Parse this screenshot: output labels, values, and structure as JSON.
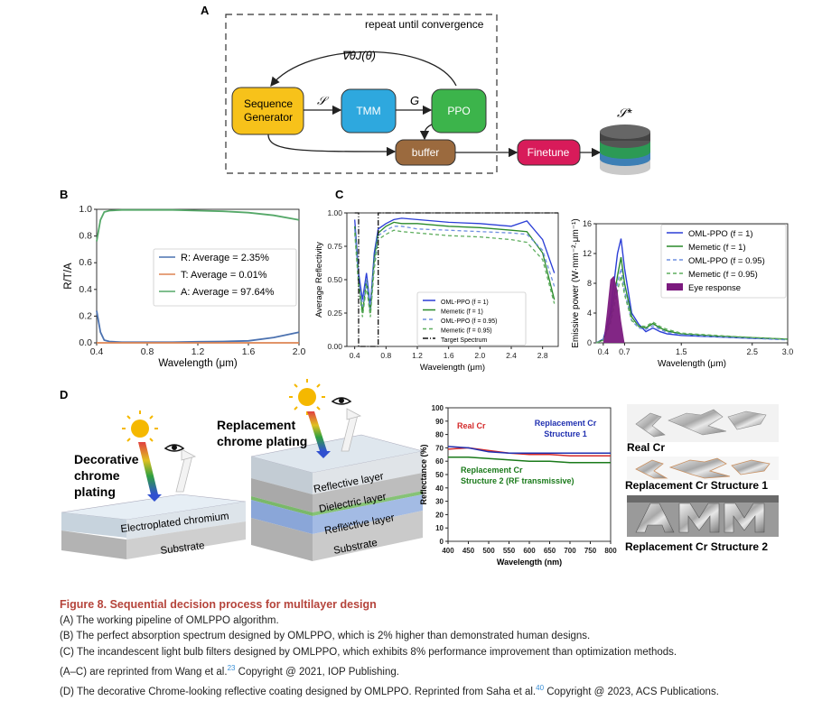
{
  "figure": {
    "panel_a": {
      "letter": "A",
      "loop_label": "repeat until convergence",
      "gradient_label": "∇θJ(θ)",
      "seq_gen_line1": "Sequence",
      "seq_gen_line2": "Generator",
      "s_label": "𝒮",
      "tmm": "TMM",
      "g_label": "G",
      "ppo": "PPO",
      "buffer": "buffer",
      "finetune": "Finetune",
      "s_star": "𝒮*"
    },
    "panel_b": {
      "letter": "B"
    },
    "panel_c": {
      "letter": "C"
    },
    "panel_d": {
      "letter": "D",
      "left_title_1": "Decorative",
      "left_title_2": "chrome",
      "left_title_3": "plating",
      "left_layer_1": "Electroplated chromium",
      "left_layer_2": "Substrate",
      "right_title_1": "Replacement",
      "right_title_2": "chrome plating",
      "right_layer_1": "Reflective layer",
      "right_layer_2": "Dielectric layer",
      "right_layer_dots": "......",
      "right_layer_3": "Reflective layer",
      "right_layer_4": "Substrate",
      "photo_label_1": "Real Cr",
      "photo_label_2": "Replacement Cr Structure 1",
      "photo_label_3": "Replacement Cr Structure 2"
    }
  },
  "chart_data": [
    {
      "id": "B",
      "type": "line",
      "xlabel": "Wavelength (μm)",
      "ylabel": "R/T/A",
      "xlim": [
        0.4,
        2.0
      ],
      "ylim": [
        0.0,
        1.0
      ],
      "xticks": [
        "0.4",
        "0.8",
        "1.2",
        "1.6",
        "2.0"
      ],
      "yticks": [
        "0.0",
        "0.2",
        "0.4",
        "0.6",
        "0.8",
        "1.0"
      ],
      "legend": "center-right",
      "series": [
        {
          "name": "R: Average = 2.35%",
          "color": "#4c72b0",
          "x": [
            0.4,
            0.43,
            0.46,
            0.5,
            0.6,
            0.8,
            1.0,
            1.2,
            1.4,
            1.6,
            1.8,
            2.0
          ],
          "y": [
            0.24,
            0.08,
            0.02,
            0.01,
            0.005,
            0.005,
            0.005,
            0.008,
            0.01,
            0.015,
            0.04,
            0.08
          ]
        },
        {
          "name": "T: Average = 0.01%",
          "color": "#dd8452",
          "x": [
            0.4,
            0.8,
            1.2,
            1.6,
            2.0
          ],
          "y": [
            0.0,
            0.0,
            0.0,
            0.0,
            0.0
          ]
        },
        {
          "name": "A: Average = 97.64%",
          "color": "#55a868",
          "x": [
            0.4,
            0.43,
            0.46,
            0.5,
            0.6,
            0.8,
            1.0,
            1.2,
            1.4,
            1.6,
            1.8,
            2.0
          ],
          "y": [
            0.76,
            0.92,
            0.98,
            0.99,
            0.995,
            0.995,
            0.995,
            0.99,
            0.985,
            0.975,
            0.955,
            0.92
          ]
        }
      ]
    },
    {
      "id": "C-left",
      "type": "line",
      "xlabel": "Wavelength (μm)",
      "ylabel": "Average Reflectivity",
      "xlim": [
        0.3,
        3.0
      ],
      "ylim": [
        0.0,
        1.0
      ],
      "xticks": [
        "0.4",
        "0.8",
        "1.2",
        "1.6",
        "2.0",
        "2.4",
        "2.8"
      ],
      "yticks": [
        "0.00",
        "0.25",
        "0.50",
        "0.75",
        "1.00"
      ],
      "legend": "lower-center",
      "series": [
        {
          "name": "OML-PPO  (f = 1)",
          "color": "#2b3ed6",
          "dash": "",
          "x": [
            0.4,
            0.45,
            0.5,
            0.55,
            0.6,
            0.65,
            0.7,
            0.8,
            0.9,
            1.0,
            1.2,
            1.6,
            2.0,
            2.4,
            2.6,
            2.8,
            2.95
          ],
          "y": [
            0.95,
            0.55,
            0.35,
            0.55,
            0.3,
            0.7,
            0.88,
            0.92,
            0.95,
            0.96,
            0.95,
            0.93,
            0.92,
            0.9,
            0.94,
            0.8,
            0.55
          ]
        },
        {
          "name": "Memetic  (f = 1)",
          "color": "#2a8a2a",
          "dash": "",
          "x": [
            0.4,
            0.45,
            0.5,
            0.55,
            0.6,
            0.65,
            0.7,
            0.8,
            0.9,
            1.0,
            1.2,
            1.6,
            2.0,
            2.4,
            2.6,
            2.8,
            2.95
          ],
          "y": [
            0.9,
            0.5,
            0.25,
            0.5,
            0.25,
            0.65,
            0.85,
            0.9,
            0.93,
            0.92,
            0.92,
            0.9,
            0.89,
            0.87,
            0.86,
            0.7,
            0.35
          ]
        },
        {
          "name": "OML-PPO  (f = 0.95)",
          "color": "#6f8fe0",
          "dash": "4,3",
          "x": [
            0.4,
            0.45,
            0.5,
            0.55,
            0.6,
            0.65,
            0.7,
            0.8,
            0.9,
            1.0,
            1.2,
            1.6,
            2.0,
            2.4,
            2.6,
            2.8,
            2.95
          ],
          "y": [
            0.88,
            0.5,
            0.3,
            0.5,
            0.28,
            0.62,
            0.83,
            0.87,
            0.9,
            0.9,
            0.88,
            0.87,
            0.86,
            0.85,
            0.84,
            0.72,
            0.45
          ]
        },
        {
          "name": "Memetic  (f = 0.95)",
          "color": "#5fae5f",
          "dash": "4,3",
          "x": [
            0.4,
            0.45,
            0.5,
            0.55,
            0.6,
            0.65,
            0.7,
            0.8,
            0.9,
            1.0,
            1.2,
            1.6,
            2.0,
            2.4,
            2.6,
            2.8,
            2.95
          ],
          "y": [
            0.85,
            0.45,
            0.22,
            0.45,
            0.22,
            0.58,
            0.8,
            0.84,
            0.87,
            0.86,
            0.85,
            0.83,
            0.82,
            0.8,
            0.78,
            0.65,
            0.32
          ]
        },
        {
          "name": "Target Spectrum",
          "color": "#111111",
          "dash": "6,2,1,2",
          "x": [
            0.4,
            0.45,
            0.45,
            0.7,
            0.7,
            3.0
          ],
          "y": [
            1.0,
            1.0,
            0.0,
            0.0,
            1.0,
            1.0
          ]
        }
      ]
    },
    {
      "id": "C-right",
      "type": "line",
      "xlabel": "Wavelength (μm)",
      "ylabel": "Emissive power (W·mm⁻²·μm⁻¹)",
      "xlim": [
        0.3,
        3.0
      ],
      "ylim": [
        0,
        16
      ],
      "xticks": [
        "0.4",
        "0.7",
        "1.5",
        "2.5",
        "3.0"
      ],
      "yticks": [
        "0",
        "4",
        "8",
        "12",
        "16"
      ],
      "legend": "top-right",
      "series": [
        {
          "name": "OML-PPO  (f = 1)",
          "color": "#2b3ed6",
          "dash": "",
          "x": [
            0.3,
            0.4,
            0.5,
            0.6,
            0.65,
            0.7,
            0.8,
            0.9,
            1.0,
            1.1,
            1.2,
            1.3,
            1.5,
            2.0,
            2.5,
            3.0
          ],
          "y": [
            0,
            0.5,
            4,
            12,
            14,
            10,
            4,
            2.5,
            1.5,
            2.0,
            1.5,
            1.2,
            1.0,
            0.8,
            0.6,
            0.5
          ]
        },
        {
          "name": "Memetic  (f = 1)",
          "color": "#2a8a2a",
          "dash": "",
          "x": [
            0.3,
            0.4,
            0.5,
            0.6,
            0.65,
            0.7,
            0.8,
            0.9,
            1.0,
            1.1,
            1.2,
            1.3,
            1.5,
            2.0,
            2.5,
            3.0
          ],
          "y": [
            0,
            0.4,
            3,
            9,
            11.5,
            8,
            3.5,
            2.2,
            2.0,
            2.6,
            2.0,
            1.6,
            1.2,
            0.9,
            0.7,
            0.5
          ]
        },
        {
          "name": "OML-PPO  (f = 0.95)",
          "color": "#6f8fe0",
          "dash": "4,3",
          "x": [
            0.3,
            0.4,
            0.5,
            0.6,
            0.65,
            0.7,
            0.8,
            0.9,
            1.0,
            1.1,
            1.2,
            1.3,
            1.5,
            2.0,
            2.5,
            3.0
          ],
          "y": [
            0,
            0.4,
            3,
            8,
            10,
            7,
            3,
            2.0,
            1.8,
            2.3,
            1.8,
            1.4,
            1.1,
            0.8,
            0.6,
            0.4
          ]
        },
        {
          "name": "Memetic  (f = 0.95)",
          "color": "#5fae5f",
          "dash": "4,3",
          "x": [
            0.3,
            0.4,
            0.5,
            0.6,
            0.65,
            0.7,
            0.8,
            0.9,
            1.0,
            1.1,
            1.2,
            1.3,
            1.5,
            2.0,
            2.5,
            3.0
          ],
          "y": [
            0,
            0.3,
            2.5,
            7,
            9,
            6.5,
            3,
            2.3,
            2.2,
            2.8,
            2.2,
            1.8,
            1.3,
            1.0,
            0.7,
            0.5
          ]
        },
        {
          "name": "Eye response",
          "color": "#7b1a7e",
          "type": "area",
          "x": [
            0.4,
            0.45,
            0.5,
            0.55,
            0.6,
            0.65,
            0.7
          ],
          "y": [
            0,
            4,
            8.5,
            9,
            7,
            3,
            0
          ]
        }
      ]
    },
    {
      "id": "D",
      "type": "line",
      "xlabel": "Wavelength (nm)",
      "ylabel": "Reflectance (%)",
      "xlim": [
        400,
        800
      ],
      "ylim": [
        0,
        100
      ],
      "xticks": [
        "400",
        "450",
        "500",
        "550",
        "600",
        "650",
        "700",
        "750",
        "800"
      ],
      "yticks": [
        "0",
        "10",
        "20",
        "30",
        "40",
        "50",
        "60",
        "70",
        "80",
        "90",
        "100"
      ],
      "series": [
        {
          "name": "Real Cr",
          "color": "#d42a2a",
          "x": [
            400,
            450,
            500,
            550,
            600,
            650,
            700,
            750,
            800
          ],
          "y": [
            69,
            70,
            68,
            66,
            65,
            65,
            64,
            64,
            64
          ]
        },
        {
          "name": "Replacement Cr Structure 1",
          "color": "#2030b0",
          "x": [
            400,
            450,
            500,
            550,
            600,
            650,
            700,
            750,
            800
          ],
          "y": [
            71,
            70,
            67,
            66,
            66,
            66,
            66,
            66,
            66
          ]
        },
        {
          "name": "Replacement Cr Structure 2 (RF transmissive)",
          "color": "#1a7a1a",
          "x": [
            400,
            450,
            500,
            550,
            600,
            650,
            700,
            750,
            800
          ],
          "y": [
            63,
            63,
            62,
            61,
            60,
            60,
            59,
            59,
            59
          ]
        }
      ]
    }
  ],
  "caption": {
    "title": "Figure 8.  Sequential decision process for multilayer design",
    "line_a": "(A) The working pipeline of OMLPPO algorithm.",
    "line_b": "(B) The perfect absorption spectrum designed by OMLPPO, which is 2% higher than demonstrated human designs.",
    "line_c": "(C) The incandescent light bulb filters designed by OMLPPO, which exhibits 8% performance improvement than optimization methods.",
    "line_ac_pre": "(A–C) are reprinted from Wang et al.",
    "line_ac_ref": "23",
    "line_ac_post": " Copyright @ 2021, IOP Publishing.",
    "line_d_pre": "(D) The decorative Chrome-looking reflective coating designed by OMLPPO. Reprinted from Saha et al.",
    "line_d_ref": "40",
    "line_d_post": " Copyright @ 2023, ACS Publications."
  }
}
